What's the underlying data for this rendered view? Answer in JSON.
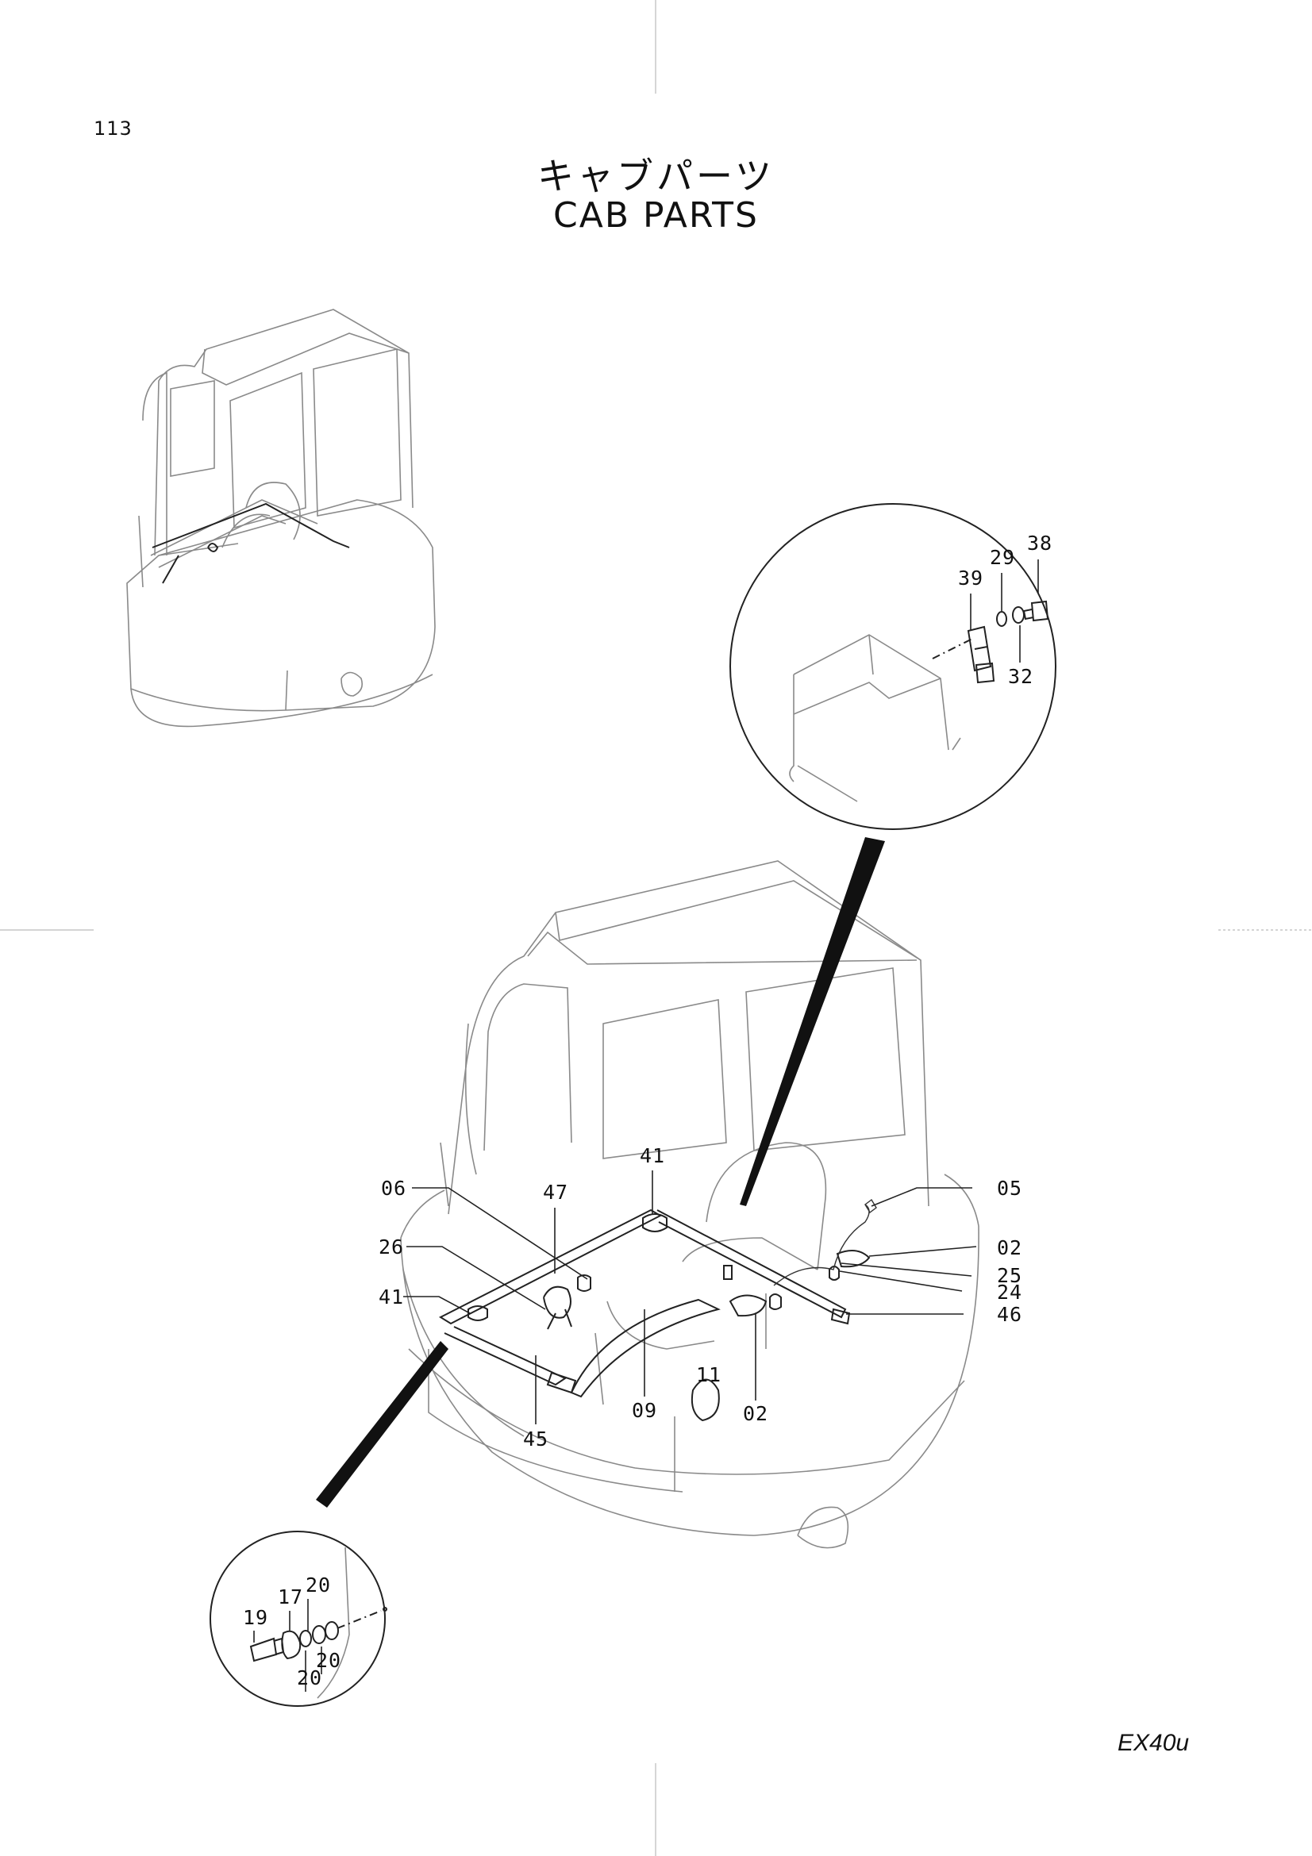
{
  "page": {
    "page_number": "113",
    "title_jp": "キャブパーツ",
    "title_en": "CAB PARTS",
    "model_code": "EX40u"
  },
  "callouts": {
    "detail_top": [
      "38",
      "29",
      "39",
      "32"
    ],
    "main": [
      "41",
      "06",
      "47",
      "05",
      "26",
      "02",
      "25",
      "24",
      "41",
      "46",
      "11",
      "02",
      "09",
      "45"
    ],
    "detail_bottom": [
      "20",
      "17",
      "19",
      "20",
      "20"
    ]
  }
}
